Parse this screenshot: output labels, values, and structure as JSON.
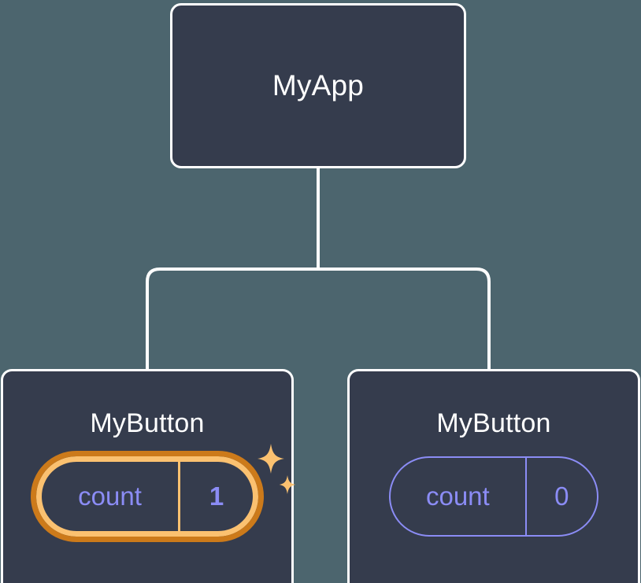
{
  "diagram": {
    "type": "component-tree",
    "background_color": "#4c656e",
    "node_fill_color": "#353c4d",
    "node_border_color": "#ffffff",
    "connector_color": "#ffffff",
    "state_color": "#8b8cf5",
    "highlight_inner_color": "#fbc170",
    "highlight_outer_color": "#cc7a1a",
    "root": {
      "name": "MyApp"
    },
    "children": [
      {
        "name": "MyButton",
        "state_key": "count",
        "state_value": "1",
        "highlighted": true,
        "sparkle": true
      },
      {
        "name": "MyButton",
        "state_key": "count",
        "state_value": "0",
        "highlighted": false,
        "sparkle": false
      }
    ]
  }
}
